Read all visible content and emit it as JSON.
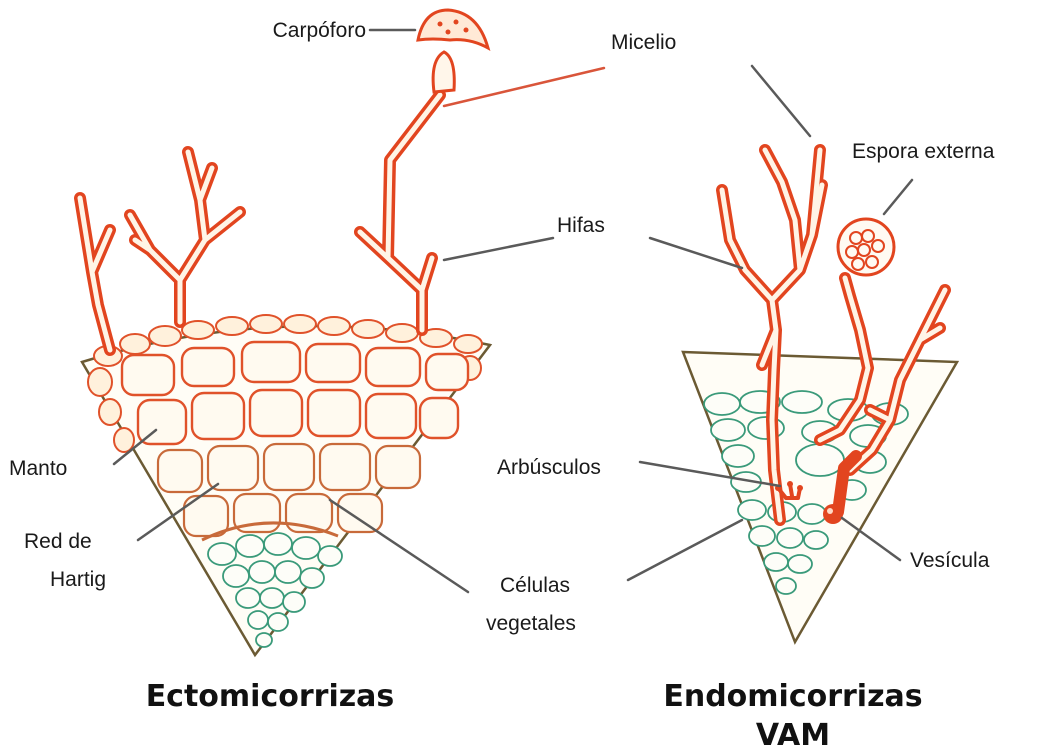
{
  "labels": {
    "carpoforo": "Carpóforo",
    "micelio": "Micelio",
    "espora_externa": "Espora externa",
    "hifas": "Hifas",
    "manto": "Manto",
    "red_de_hartig_line1": "Red de",
    "red_de_hartig_line2": "Hartig",
    "arbusculos": "Arbúsculos",
    "celulas_line1": "Células",
    "celulas_line2": "vegetales",
    "vesicula": "Vesícula"
  },
  "titles": {
    "ecto": "Ectomicorrizas",
    "endo_line1": "Endomicorrizas",
    "endo_line2": "VAM"
  },
  "colors": {
    "hypha": "#e2451f",
    "plant_cell": "#3a9a7a",
    "root_outline": "#6b5a33"
  }
}
